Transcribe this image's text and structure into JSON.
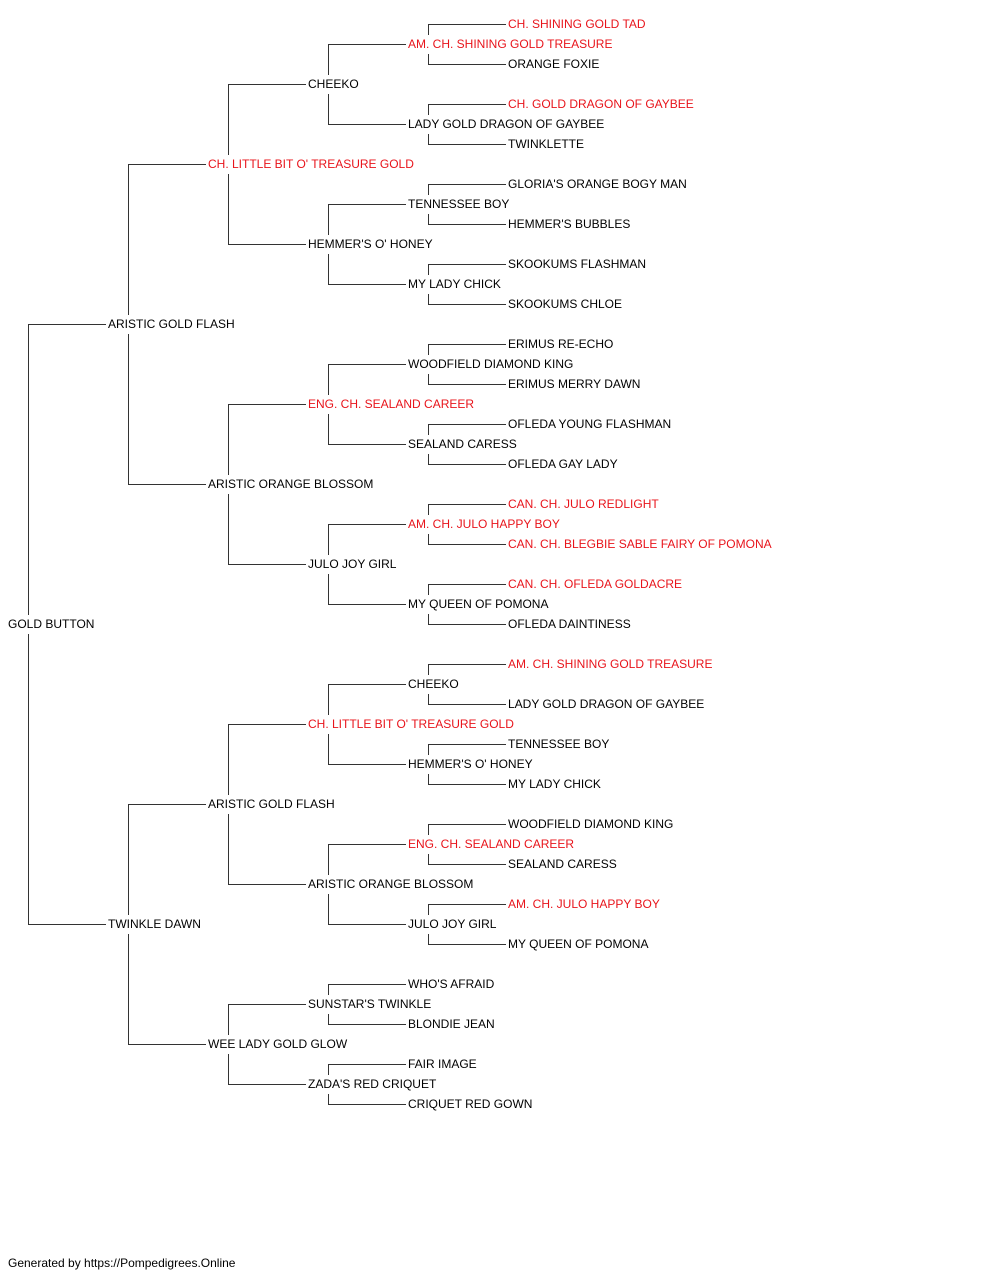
{
  "colors": {
    "champion": "#e8141b",
    "normal": "#000000",
    "line": "#333333"
  },
  "footer": "Generated by https://Pompedigrees.Online",
  "tree": {
    "name": "GOLD BUTTON",
    "children": [
      {
        "name": "ARISTIC GOLD FLASH",
        "children": [
          {
            "name": "CH. LITTLE BIT O' TREASURE GOLD",
            "champion": true,
            "children": [
              {
                "name": "CHEEKO",
                "children": [
                  {
                    "name": "AM. CH. SHINING GOLD TREASURE",
                    "champion": true,
                    "children": [
                      {
                        "name": "CH. SHINING GOLD TAD",
                        "champion": true
                      },
                      {
                        "name": "ORANGE FOXIE"
                      }
                    ]
                  },
                  {
                    "name": "LADY GOLD DRAGON OF GAYBEE",
                    "children": [
                      {
                        "name": "CH. GOLD DRAGON OF GAYBEE",
                        "champion": true
                      },
                      {
                        "name": "TWINKLETTE"
                      }
                    ]
                  }
                ]
              },
              {
                "name": "HEMMER'S O' HONEY",
                "children": [
                  {
                    "name": "TENNESSEE BOY",
                    "children": [
                      {
                        "name": "GLORIA'S ORANGE BOGY MAN"
                      },
                      {
                        "name": "HEMMER'S BUBBLES"
                      }
                    ]
                  },
                  {
                    "name": "MY LADY CHICK",
                    "children": [
                      {
                        "name": "SKOOKUMS FLASHMAN"
                      },
                      {
                        "name": "SKOOKUMS CHLOE"
                      }
                    ]
                  }
                ]
              }
            ]
          },
          {
            "name": "ARISTIC ORANGE BLOSSOM",
            "children": [
              {
                "name": "ENG. CH. SEALAND CAREER",
                "champion": true,
                "children": [
                  {
                    "name": "WOODFIELD DIAMOND KING",
                    "children": [
                      {
                        "name": "ERIMUS RE-ECHO"
                      },
                      {
                        "name": "ERIMUS MERRY DAWN"
                      }
                    ]
                  },
                  {
                    "name": "SEALAND CARESS",
                    "children": [
                      {
                        "name": "OFLEDA YOUNG FLASHMAN"
                      },
                      {
                        "name": "OFLEDA GAY LADY"
                      }
                    ]
                  }
                ]
              },
              {
                "name": "JULO JOY GIRL",
                "children": [
                  {
                    "name": "AM. CH. JULO HAPPY BOY",
                    "champion": true,
                    "children": [
                      {
                        "name": "CAN. CH. JULO REDLIGHT",
                        "champion": true
                      },
                      {
                        "name": "CAN. CH. BLEGBIE SABLE FAIRY OF POMONA",
                        "champion": true
                      }
                    ]
                  },
                  {
                    "name": "MY QUEEN OF POMONA",
                    "children": [
                      {
                        "name": "CAN. CH. OFLEDA GOLDACRE",
                        "champion": true
                      },
                      {
                        "name": "OFLEDA DAINTINESS"
                      }
                    ]
                  }
                ]
              }
            ]
          }
        ]
      },
      {
        "name": "TWINKLE DAWN",
        "children": [
          {
            "name": "ARISTIC GOLD FLASH",
            "children": [
              {
                "name": "CH. LITTLE BIT O' TREASURE GOLD",
                "champion": true,
                "children": [
                  {
                    "name": "CHEEKO",
                    "children": [
                      {
                        "name": "AM. CH. SHINING GOLD TREASURE",
                        "champion": true
                      },
                      {
                        "name": "LADY GOLD DRAGON OF GAYBEE"
                      }
                    ]
                  },
                  {
                    "name": "HEMMER'S O' HONEY",
                    "children": [
                      {
                        "name": "TENNESSEE BOY"
                      },
                      {
                        "name": "MY LADY CHICK"
                      }
                    ]
                  }
                ]
              },
              {
                "name": "ARISTIC ORANGE BLOSSOM",
                "children": [
                  {
                    "name": "ENG. CH. SEALAND CAREER",
                    "champion": true,
                    "children": [
                      {
                        "name": "WOODFIELD DIAMOND KING"
                      },
                      {
                        "name": "SEALAND CARESS"
                      }
                    ]
                  },
                  {
                    "name": "JULO JOY GIRL",
                    "children": [
                      {
                        "name": "AM. CH. JULO HAPPY BOY",
                        "champion": true
                      },
                      {
                        "name": "MY QUEEN OF POMONA"
                      }
                    ]
                  }
                ]
              }
            ]
          },
          {
            "name": "WEE LADY GOLD GLOW",
            "children": [
              {
                "name": "SUNSTAR'S TWINKLE",
                "children": [
                  {
                    "name": "WHO'S AFRAID"
                  },
                  {
                    "name": "BLONDIE JEAN"
                  }
                ]
              },
              {
                "name": "ZADA'S RED CRIQUET",
                "children": [
                  {
                    "name": "FAIR IMAGE"
                  },
                  {
                    "name": "CRIQUET RED GOWN"
                  }
                ]
              }
            ]
          }
        ]
      }
    ]
  }
}
